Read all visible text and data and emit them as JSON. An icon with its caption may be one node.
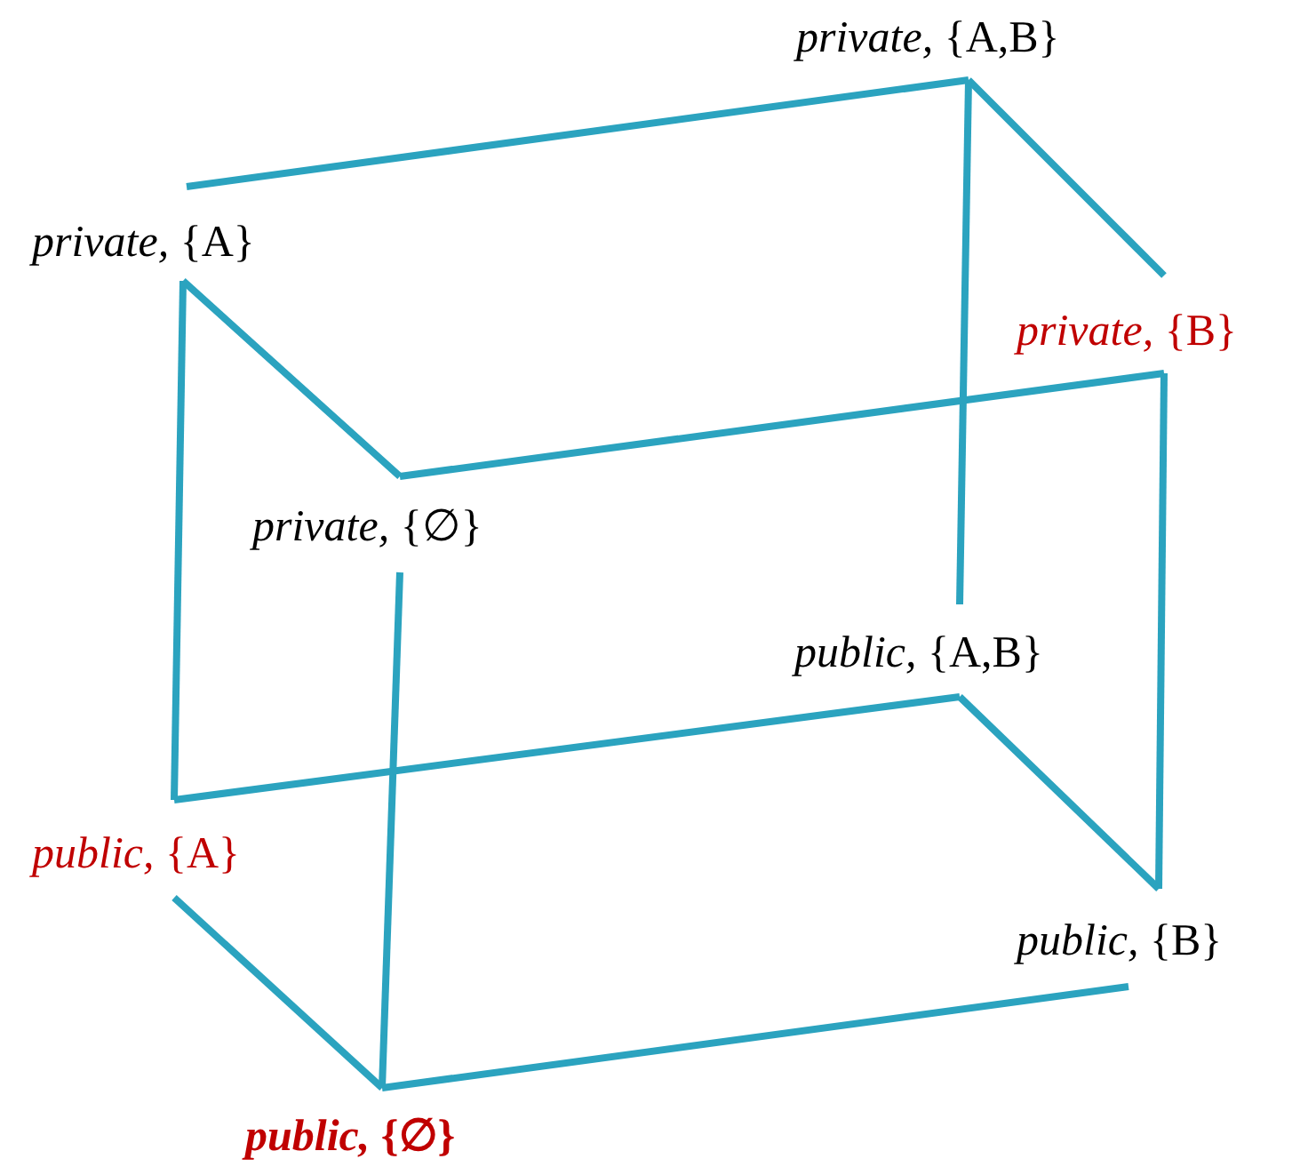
{
  "diagram": {
    "nodes": [
      {
        "text": [
          "*private,* {A,B}"
        ]
      },
      {
        "text": [
          "*private,* {A}"
        ]
      },
      {
        "text": [
          "*private,* {B}"
        ]
      },
      {
        "text": [
          "*private,* {∅}"
        ]
      },
      {
        "text": [
          "*public,* {A,B}"
        ]
      },
      {
        "text": [
          "*public,* {A}"
        ]
      },
      {
        "text": [
          "*public,* {B}"
        ]
      },
      {
        "text": [
          "*public,* {∅}"
        ]
      }
    ],
    "edges": [
      {
        "from": 0,
        "to": 1,
        "arrow": "none"
      },
      {
        "from": 0,
        "to": 2,
        "arrow": "none"
      },
      {
        "from": 0,
        "to": 4,
        "arrow": "none"
      },
      {
        "from": 1,
        "to": 3,
        "arrow": "none"
      },
      {
        "from": 1,
        "to": 5,
        "arrow": "none"
      },
      {
        "from": 2,
        "to": 3,
        "arrow": "none"
      },
      {
        "from": 2,
        "to": 6,
        "arrow": "none"
      },
      {
        "from": 3,
        "to": 7,
        "arrow": "none"
      },
      {
        "from": 4,
        "to": 5,
        "arrow": "none"
      },
      {
        "from": 4,
        "to": 6,
        "arrow": "none"
      },
      {
        "from": 5,
        "to": 7,
        "arrow": "none"
      },
      {
        "from": 6,
        "to": 7,
        "arrow": "none"
      }
    ]
  }
}
